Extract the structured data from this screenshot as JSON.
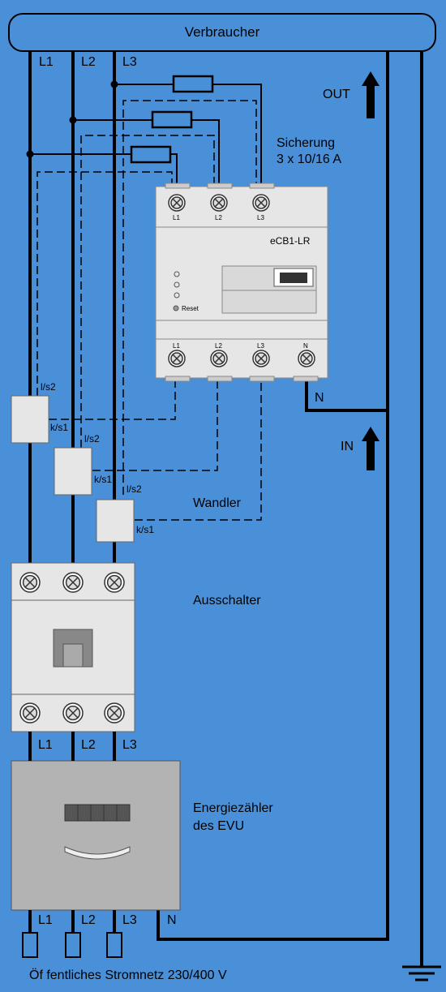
{
  "top": {
    "label": "Verbraucher"
  },
  "phases_top": [
    "L1",
    "L2",
    "L3"
  ],
  "out_label": "OUT",
  "in_label": "IN",
  "fuse": {
    "line1": "Sicherung",
    "line2": "3 x 10/16 A"
  },
  "ecb": {
    "name": "eCB1-LR",
    "reset": "Reset",
    "top_terminals": [
      "L1",
      "L2",
      "L3"
    ],
    "bottom_terminals": [
      "L1",
      "L2",
      "L3",
      "N"
    ]
  },
  "n_label": "N",
  "ct_labels": {
    "ls2": "l/s2",
    "ks1": "k/s1"
  },
  "wandler": "Wandler",
  "ausschalter": "Ausschalter",
  "phases_mid": [
    "L1",
    "L2",
    "L3"
  ],
  "meter": {
    "line1": "Energiezähler",
    "line2": "des EVU"
  },
  "phases_bottom": [
    "L1",
    "L2",
    "L3",
    "N"
  ],
  "footer": "Öf fentliches Stromnetz 230/400 V",
  "colors": {
    "background": "#4a90d9",
    "device": "#e6e6e6",
    "meter": "#b3b3b3",
    "line": "#000000"
  }
}
